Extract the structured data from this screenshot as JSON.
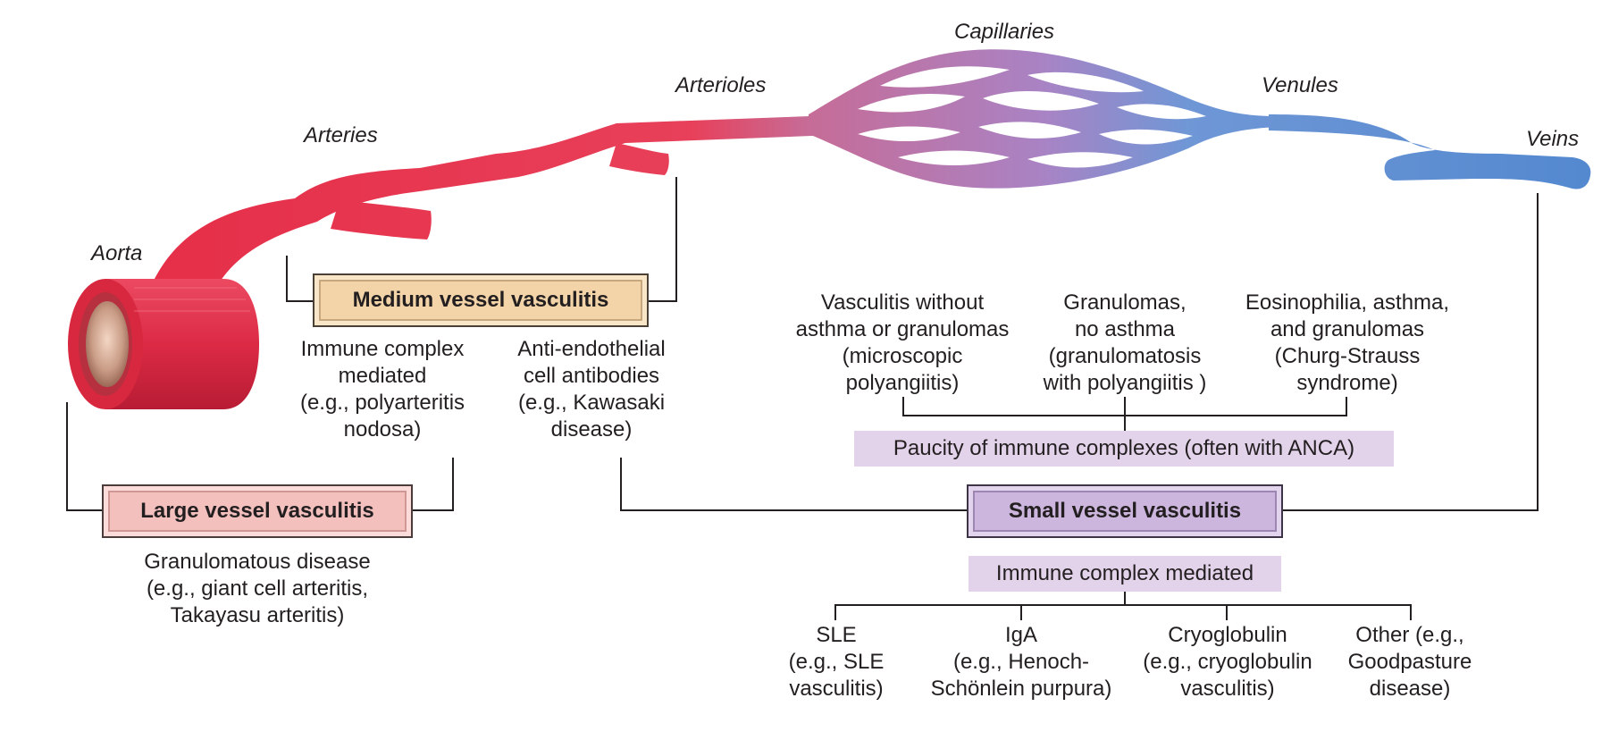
{
  "vessels": {
    "aorta": "Aorta",
    "arteries": "Arteries",
    "arterioles": "Arterioles",
    "capillaries": "Capillaries",
    "venules": "Venules",
    "veins": "Veins"
  },
  "medium": {
    "title": "Medium vessel vasculitis",
    "immune": [
      "Immune complex",
      "mediated",
      "(e.g., polyarteritis",
      "nodosa)"
    ],
    "antiendo": [
      "Anti-endothelial",
      "cell antibodies",
      "(e.g., Kawasaki",
      "disease)"
    ]
  },
  "large": {
    "title": "Large vessel vasculitis",
    "desc": [
      "Granulomatous disease",
      "(e.g., giant cell arteritis,",
      "Takayasu arteritis)"
    ]
  },
  "small": {
    "title": "Small vessel vasculitis",
    "paucity": "Paucity of immune complexes (often with ANCA)",
    "pauci_types": [
      [
        "Vasculitis without",
        "asthma or granulomas",
        "(microscopic",
        "polyangiitis)"
      ],
      [
        "Granulomas,",
        "no asthma",
        "(granulomatosis",
        "with polyangiitis )"
      ],
      [
        "Eosinophilia, asthma,",
        "and granulomas",
        "(Churg-Strauss",
        "syndrome)"
      ]
    ],
    "immune_complex": "Immune complex mediated",
    "ic_types": [
      [
        "SLE",
        "(e.g., SLE",
        "vasculitis)"
      ],
      [
        "IgA",
        "(e.g., Henoch-",
        "Schönlein purpura)"
      ],
      [
        "Cryoglobulin",
        "(e.g., cryoglobulin",
        "vasculitis)"
      ],
      [
        "Other (e.g.,",
        "Goodpasture",
        "disease)"
      ]
    ]
  },
  "colors": {
    "artery": "#e83550",
    "capillary": "#b077b7",
    "vein": "#5b8fd0"
  }
}
